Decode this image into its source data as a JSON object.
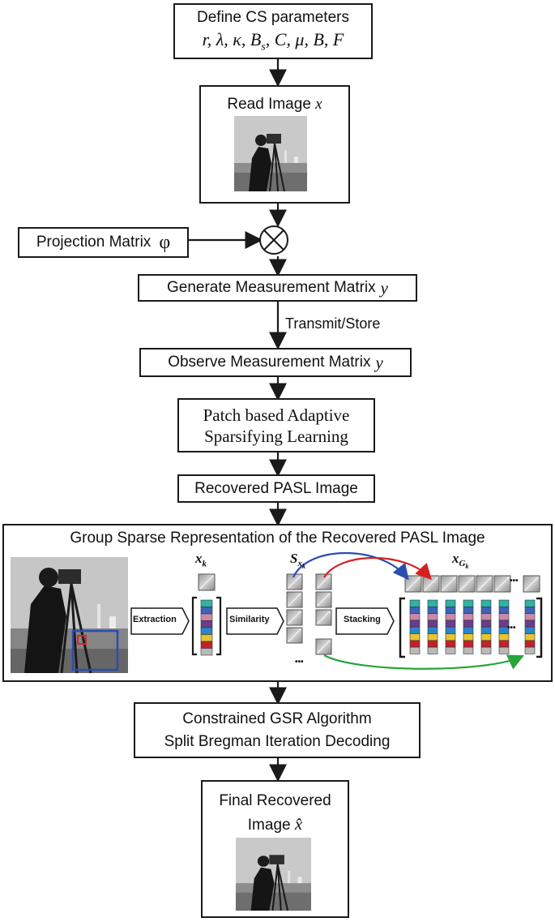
{
  "define": {
    "title": "Define CS parameters",
    "params": "r, λ, κ, B_s, C, μ, B, F"
  },
  "read": {
    "title": "Read Image",
    "var": "x"
  },
  "projection": {
    "label": "Projection Matrix",
    "symbol": "φ"
  },
  "generate": {
    "label": "Generate Measurement Matrix",
    "var": "y"
  },
  "transmit": {
    "label": "Transmit/Store"
  },
  "observe": {
    "label": "Observe Measurement Matrix",
    "var": "y"
  },
  "pasl": {
    "line1": "Patch based Adaptive",
    "line2": "Sparsifying Learning"
  },
  "recovered": {
    "label": "Recovered PASL Image"
  },
  "gsr": {
    "title": "Group Sparse Representation of the Recovered PASL Image",
    "xk": "x",
    "xk_sub": "k",
    "sxk": "S",
    "sxk_sub": "x",
    "sxk_subsub": "k",
    "xgk": "x",
    "xgk_sub": "G",
    "xgk_subsub": "k",
    "extraction": "Extraction",
    "similarity": "Similarity",
    "stacking": "Stacking",
    "dots": "•••"
  },
  "constrained": {
    "line1": "Constrained GSR Algorithm",
    "line2": "Split Bregman Iteration Decoding"
  },
  "final": {
    "line1": "Final Recovered",
    "line2": "Image",
    "var": "x̂"
  },
  "patch_colors": [
    "#2db3a8",
    "#3f63b5",
    "#c98aa8",
    "#6a3d8a",
    "#2a86c9",
    "#e6c530",
    "#c0212b"
  ]
}
